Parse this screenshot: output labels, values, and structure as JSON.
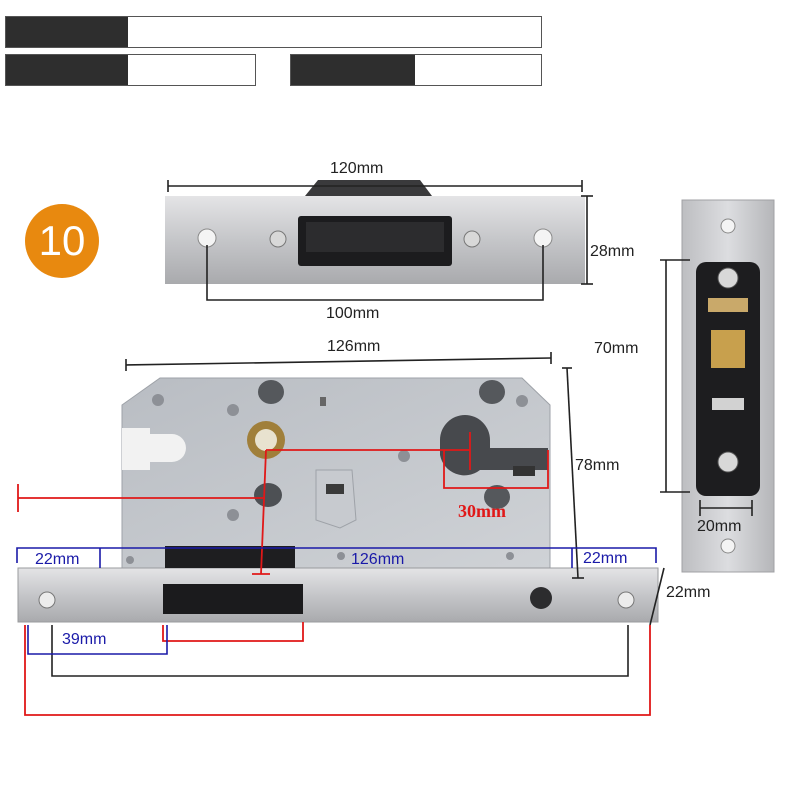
{
  "badge": {
    "number": "10",
    "color": "#e8890f"
  },
  "top_bars": {
    "count": 3
  },
  "strike_plate": {
    "width_label": "120mm",
    "hole_spacing_label": "100mm",
    "height_label": "28mm"
  },
  "lock_body": {
    "width_label": "126mm",
    "height_label": "78mm",
    "backset_label": "30mm"
  },
  "faceplate": {
    "left_margin_label": "22mm",
    "center_label": "126mm",
    "right_margin_label": "22mm",
    "offset_label": "39mm",
    "thickness_label": "22mm"
  },
  "keeper": {
    "length_label": "70mm",
    "width_label": "20mm"
  },
  "colors": {
    "red_dim": "#e01818",
    "blue_dim": "#1a1aa8",
    "steel": "#c9c9cb",
    "body": "#b8bcc2"
  }
}
